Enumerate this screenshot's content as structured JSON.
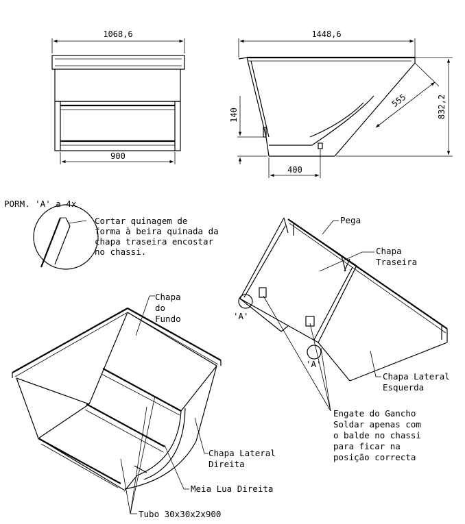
{
  "dimensions": {
    "front_width": "1068,6",
    "front_inner": "900",
    "side_width": "1448,6",
    "side_height": "832,2",
    "side_diag": "555",
    "side_base": "400",
    "side_left_h": "140"
  },
  "detail": {
    "title": "PORM. 'A' a 4x",
    "note": [
      "Cortar quinagem de",
      "forma à beira quinada da",
      "chapa traseira encostar",
      "no chassi."
    ]
  },
  "labels": {
    "pega": "Pega",
    "chapa_traseira": [
      "Chapa",
      "Traseira"
    ],
    "chapa_fundo": [
      "Chapa",
      "do",
      "Fundo"
    ],
    "chapa_lateral_esq": [
      "Chapa Lateral",
      "Esquerda"
    ],
    "chapa_lateral_dir": [
      "Chapa Lateral",
      "Direita"
    ],
    "meia_lua": "Meia Lua Direita",
    "tubo": "Tubo 30x30x2x900",
    "marker_a": "'A'",
    "engate": [
      "Engate do Gancho",
      "Soldar apenas com",
      "o balde no chassi",
      "para ficar na",
      "posição correcta"
    ]
  }
}
